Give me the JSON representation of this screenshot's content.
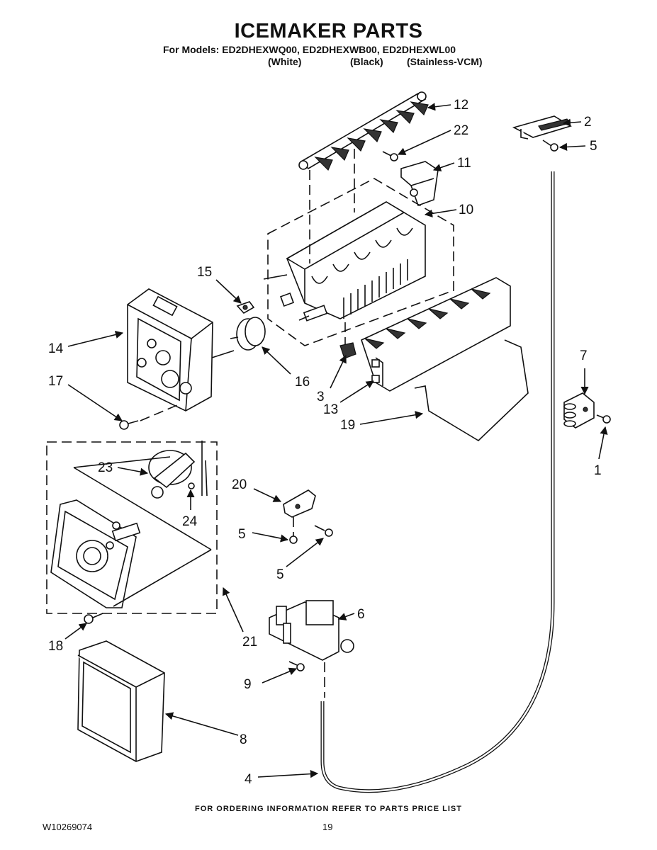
{
  "header": {
    "title": "ICEMAKER PARTS",
    "models_line": "For Models: ED2DHEXWQ00, ED2DHEXWB00, ED2DHEXWL00",
    "variants": [
      "(White)",
      "(Black)",
      "(Stainless-VCM)"
    ]
  },
  "callouts": {
    "c1": "1",
    "c2": "2",
    "c3": "3",
    "c4": "4",
    "c5a": "5",
    "c5b": "5",
    "c5c": "5",
    "c6": "6",
    "c7": "7",
    "c8": "8",
    "c9": "9",
    "c10": "10",
    "c11": "11",
    "c12": "12",
    "c13": "13",
    "c14": "14",
    "c15": "15",
    "c16": "16",
    "c17": "17",
    "c18": "18",
    "c19": "19",
    "c20": "20",
    "c21": "21",
    "c22": "22",
    "c23": "23",
    "c24": "24"
  },
  "footer": {
    "note": "FOR ORDERING INFORMATION REFER TO PARTS PRICE LIST",
    "doc_id": "W10269074",
    "page": "19"
  }
}
